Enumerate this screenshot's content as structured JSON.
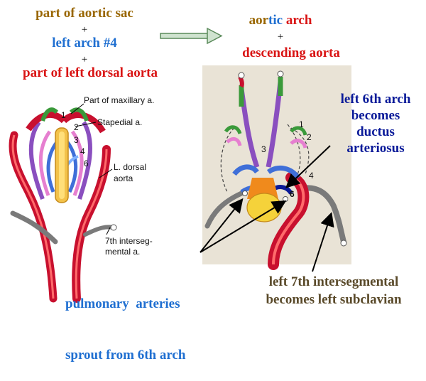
{
  "left_equation": {
    "line1": "part of aortic sac",
    "plus1": "+",
    "line2": "left arch #4",
    "plus2": "+",
    "line3": "part of left dorsal aorta"
  },
  "right_equation": {
    "part1": "aor",
    "part2": "tic",
    "part3": "arch",
    "plus": "+",
    "line2": "descending aorta"
  },
  "left_diagram_labels": {
    "maxillary": "Part of maxillary a.",
    "stapedial": "Stapedial a.",
    "dorsal_1": "L. dorsal",
    "dorsal_2": "aorta",
    "interseg_1": "7th interseg-",
    "interseg_2": "mental a.",
    "n1": "1",
    "n2": "2",
    "n3": "3",
    "n4": "4",
    "n6": "6"
  },
  "right_diagram_labels": {
    "n1": "1",
    "n2": "2",
    "n3": "3",
    "n4": "4",
    "n6": "6"
  },
  "annotations": {
    "ductus": [
      "left 6th arch",
      "becomes",
      "ductus",
      "arteriosus"
    ],
    "pulmonary": [
      "pulmonary  arteries",
      "sprout from 6th arch"
    ],
    "subclavian": [
      "left 7th intersegmental",
      "becomes left subclavian"
    ]
  },
  "colors": {
    "brown": "#996600",
    "blue": "#1f6fd1",
    "red": "#d91414",
    "navy": "#0a1a99",
    "olive": "#5a4a2a",
    "arrow_green": "#5a8a5a"
  }
}
